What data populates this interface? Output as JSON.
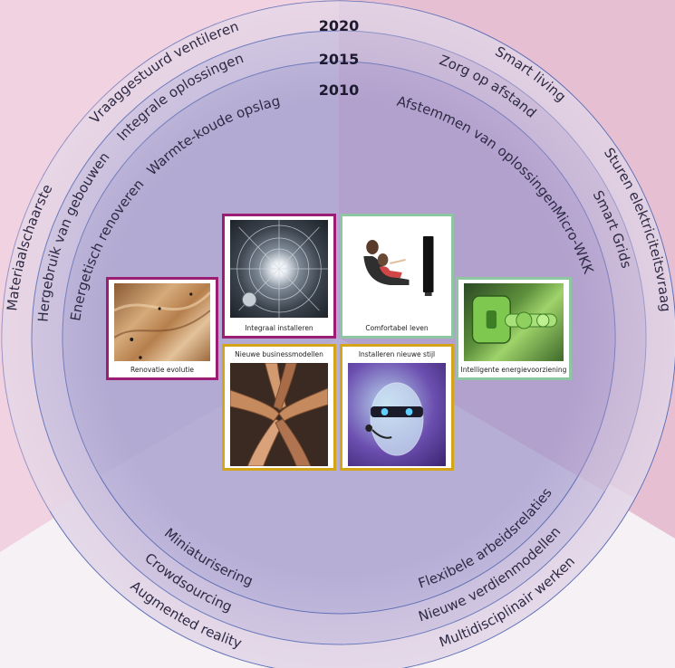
{
  "years": [
    "2020",
    "2015",
    "2010"
  ],
  "rings": {
    "left": [
      "Materiaalschaarste",
      "Hergebruik van gebouwen",
      "Energetisch renoveren"
    ],
    "top_left": [
      "Vraaggestuurd ventileren",
      "Integrale oplossingen",
      "Warmte-koude opslag"
    ],
    "top_right": [
      "Smart living",
      "Zorg op afstand",
      "Afstemmen van oplossingen"
    ],
    "right": [
      "Sturen elektriciteitsvraag",
      "Smart Grids",
      "Micro-WKK"
    ],
    "bottom_left": [
      "Multidisciplinair werken",
      "Nieuwe verdienmodellen",
      "Flexibele arbeidsrelaties"
    ],
    "bottom_right": [
      "Augmented reality",
      "Crowdsourcing",
      "Miniaturisering"
    ]
  },
  "cards": {
    "renovatie": "Renovatie evolutie",
    "integraal": "Integraal installeren",
    "comfortabel": "Comfortabel leven",
    "intelligente": "Intelligente energievoorziening",
    "business": "Nieuwe businessmodellen",
    "nieuwe_stijl": "Installeren nieuwe stijl"
  },
  "colors": {
    "background": "#eef3dc",
    "sector_left": "#f0d2e0",
    "sector_right": "#e6bfd3",
    "sector_bottom": "#f6f1f4",
    "outer_band": "#dccde2",
    "middle_band": "#c5b9da",
    "inner_circle": "#b7aed6",
    "ring_line": "#4d5fae",
    "magenta_frame": "#9b1e74",
    "green_frame": "#8fc6a2",
    "gold_frame": "#d4a517",
    "text": "#2e2a44"
  }
}
